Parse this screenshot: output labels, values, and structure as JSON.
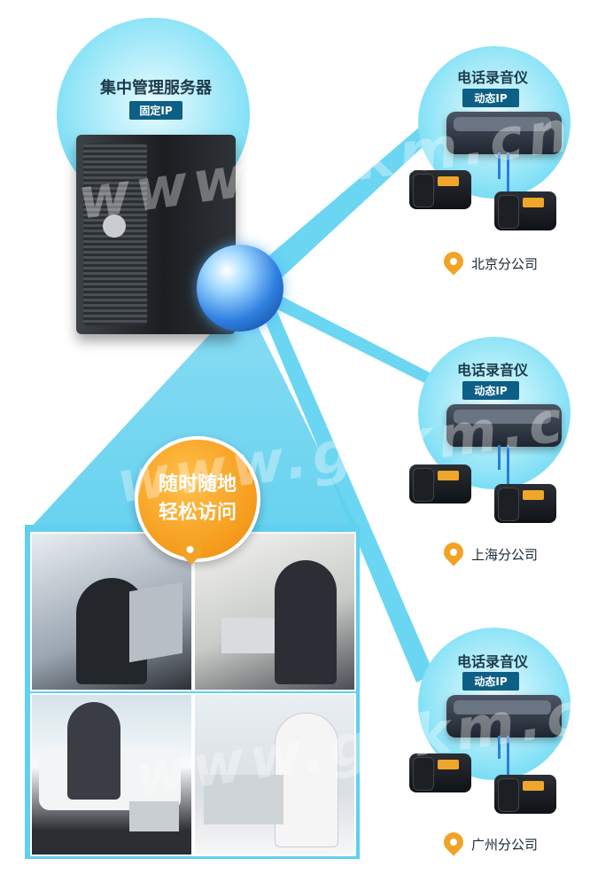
{
  "server": {
    "title": "集中管理服务器",
    "ip_tag": "固定IP"
  },
  "branches": [
    {
      "device_title": "电话录音仪",
      "ip_tag": "动态IP",
      "location": "北京分公司"
    },
    {
      "device_title": "电话录音仪",
      "ip_tag": "动态IP",
      "location": "上海分公司"
    },
    {
      "device_title": "电话录音仪",
      "ip_tag": "动态IP",
      "location": "广州分公司"
    }
  ],
  "access": {
    "line1": "随时随地",
    "line2": "轻松访问"
  },
  "watermark": "www.gzkm.cn",
  "colors": {
    "bubble": "#8fe4f7",
    "tag": "#0d5f86",
    "accent": "#f1a325",
    "beam": "#5fd0ef"
  }
}
